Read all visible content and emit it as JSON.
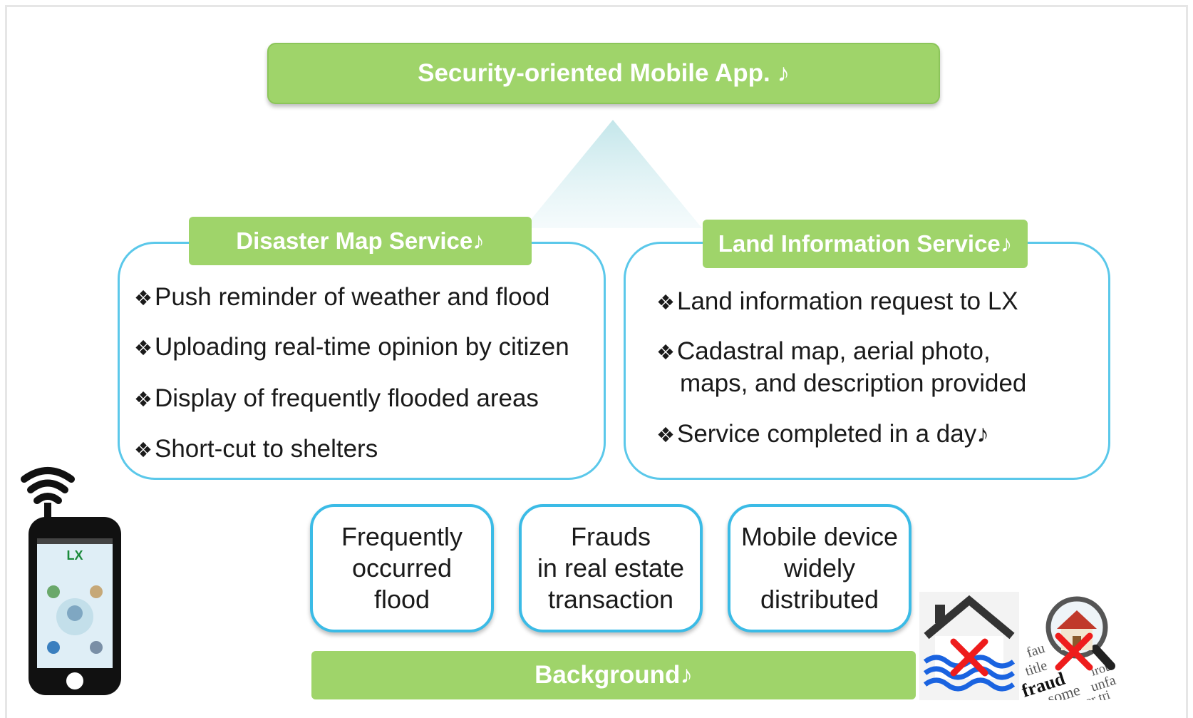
{
  "top": {
    "title": "Security-oriented Mobile App. ♪"
  },
  "disaster": {
    "title": "Disaster Map Service♪",
    "items": [
      "Push reminder of weather and flood",
      "Uploading real-time opinion by citizen",
      "Display of frequently flooded areas",
      "Short-cut to shelters"
    ]
  },
  "land": {
    "title": "Land Information Service♪",
    "items": [
      "Land information request to LX",
      "Cadastral map, aerial photo,",
      "maps, and description provided",
      "Service completed in a day♪"
    ]
  },
  "bullet": "❖",
  "background": {
    "boxes": [
      "Frequently\noccurred\nflood",
      "Frauds\nin real estate\ntransaction",
      "Mobile device\nwidely\ndistributed"
    ],
    "label": "Background♪"
  },
  "phone": {
    "logo": "LX"
  },
  "fraud_words": [
    "fraud",
    "title",
    "some",
    "unfa",
    "fau",
    "irou",
    "or tri"
  ],
  "colors": {
    "green": "#9fd46a",
    "cyan_border": "#5bc8ea",
    "cross": "#ee1c1c",
    "wave": "#1a63e0"
  }
}
